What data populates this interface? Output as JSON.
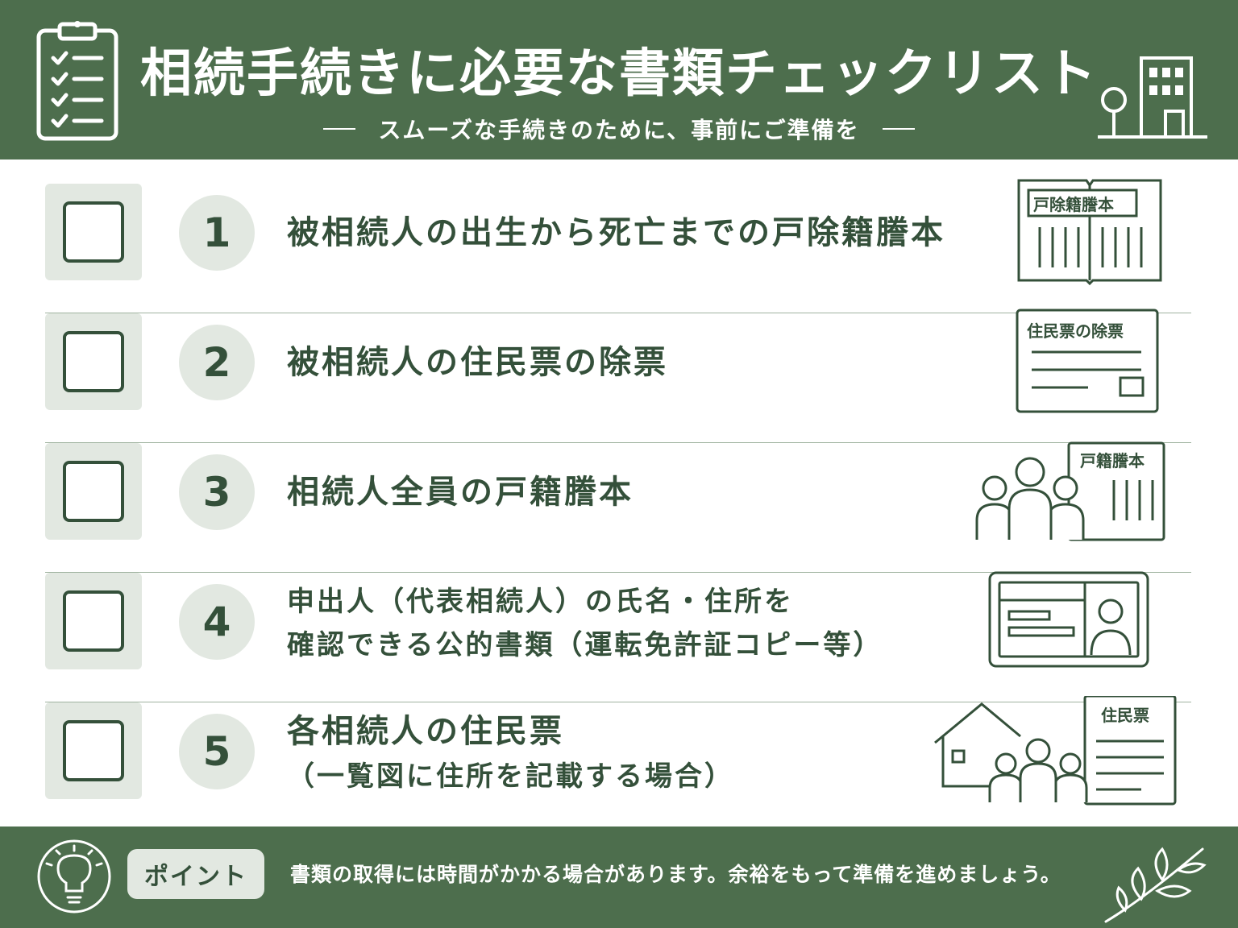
{
  "header": {
    "title": "相続手続きに必要な書類チェックリスト",
    "subtitle": "スムーズな手続きのために、事前にご準備を"
  },
  "items": [
    {
      "number": "1",
      "lines": [
        "被相続人の出生から死亡までの戸除籍謄本"
      ],
      "icon": "book-icon",
      "icon_label": "戸除籍謄本"
    },
    {
      "number": "2",
      "lines": [
        "被相続人の住民票の除票"
      ],
      "icon": "document-icon",
      "icon_label": "住民票の除票"
    },
    {
      "number": "3",
      "lines": [
        "相続人全員の戸籍謄本"
      ],
      "icon": "family-document-icon",
      "icon_label": "戸籍謄本"
    },
    {
      "number": "4",
      "lines": [
        "申出人（代表相続人）の氏名・住所を",
        "確認できる公的書類（運転免許証コピー等）"
      ],
      "icon": "id-card-icon"
    },
    {
      "number": "5",
      "lines": [
        "各相続人の住民票",
        "（一覧図に住所を記載する場合）"
      ],
      "icon": "house-family-document-icon",
      "icon_label": "住民票"
    }
  ],
  "footer": {
    "badge": "ポイント",
    "text": "書類の取得には時間がかかる場合があります。余裕をもって準備を進めましょう。"
  },
  "colors": {
    "primary": "#4d6e4d",
    "dark": "#34503a",
    "light": "#e2e8e1"
  }
}
